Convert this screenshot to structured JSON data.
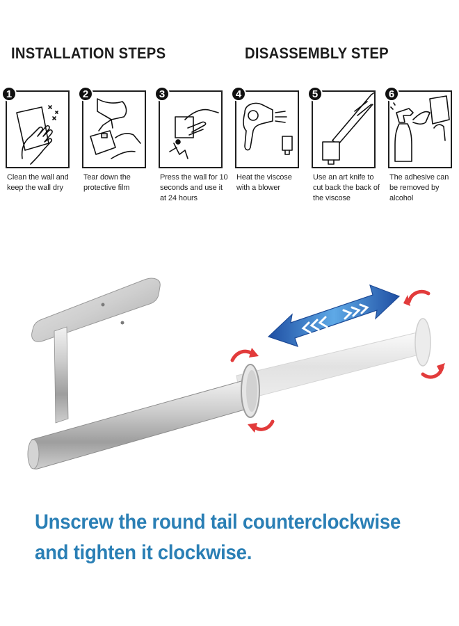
{
  "headings": {
    "installation": "INSTALLATION STEPS",
    "disassembly": "DISASSEMBLY STEP"
  },
  "steps": [
    {
      "number": "1",
      "caption": "Clean the wall and keep the wall dry",
      "icon": "hand-wiping-wall-icon"
    },
    {
      "number": "2",
      "caption": "Tear down the protective film",
      "icon": "hands-peeling-film-icon"
    },
    {
      "number": "3",
      "caption": "Press the wall for 10 seconds and use it at 24 hours",
      "icon": "hand-pressing-wall-icon"
    },
    {
      "number": "4",
      "caption": "Heat the viscose with a blower",
      "icon": "hair-dryer-icon"
    },
    {
      "number": "5",
      "caption": "Use an art knife to cut back the back of the viscose",
      "icon": "art-knife-icon"
    },
    {
      "number": "6",
      "caption": "The adhesive can be removed by alcohol",
      "icon": "spray-bottle-icon"
    }
  ],
  "bottom_text": {
    "line1": "Unscrew the round tail counterclockwise",
    "line2": "and tighten it clockwise."
  },
  "colors": {
    "text_blue": "#2a7fb5",
    "arrow_blue": "#2d6fc7",
    "rotate_red": "#e23b3b",
    "steel": "#c8c8c8"
  }
}
